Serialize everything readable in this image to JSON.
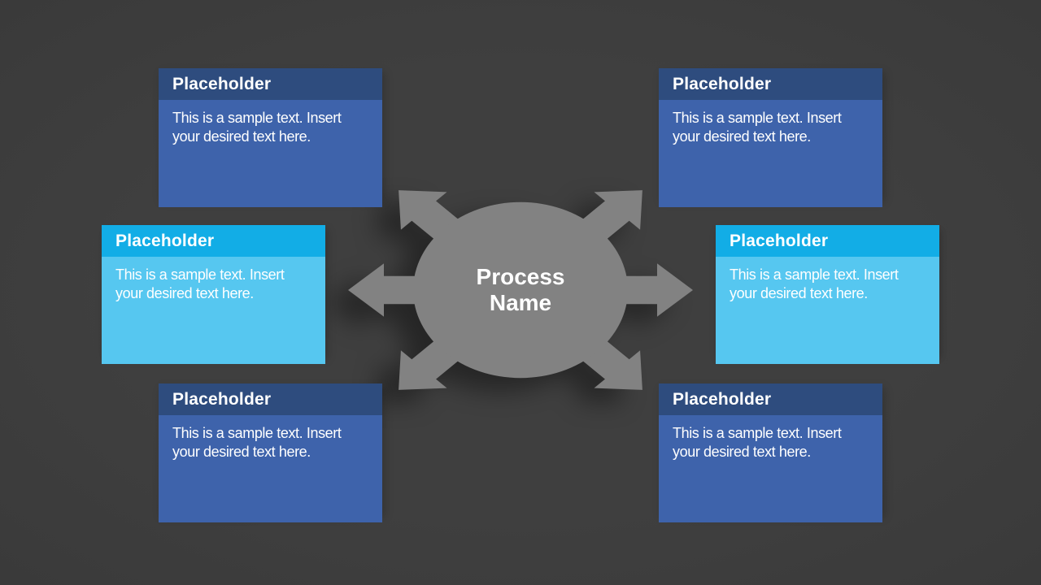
{
  "center": {
    "label": "Process Name"
  },
  "boxes": [
    {
      "position": "top-left",
      "title": "Placeholder",
      "body": "This is a sample text. Insert your desired text here.",
      "header_color": "#2e4c7e",
      "body_color": "#3e63ab"
    },
    {
      "position": "top-right",
      "title": "Placeholder",
      "body": "This is a sample text. Insert your desired text here.",
      "header_color": "#2e4c7e",
      "body_color": "#3e63ab"
    },
    {
      "position": "middle-left",
      "title": "Placeholder",
      "body": "This is a sample text. Insert your desired text here.",
      "header_color": "#12ade6",
      "body_color": "#56c7f0"
    },
    {
      "position": "middle-right",
      "title": "Placeholder",
      "body": "This is a sample text. Insert your desired text here.",
      "header_color": "#12ade6",
      "body_color": "#56c7f0"
    },
    {
      "position": "bottom-left",
      "title": "Placeholder",
      "body": "This is a sample text. Insert your desired text here.",
      "header_color": "#2e4c7e",
      "body_color": "#3e63ab"
    },
    {
      "position": "bottom-right",
      "title": "Placeholder",
      "body": "This is a sample text. Insert your desired text here.",
      "header_color": "#2e4c7e",
      "body_color": "#3e63ab"
    }
  ],
  "colors": {
    "background": "#3f3f3f",
    "navy_header": "#2e4c7e",
    "navy_body": "#3e63ab",
    "cyan_header": "#12ade6",
    "cyan_body": "#56c7f0",
    "hub_gray": "#828282",
    "text": "#ffffff"
  }
}
